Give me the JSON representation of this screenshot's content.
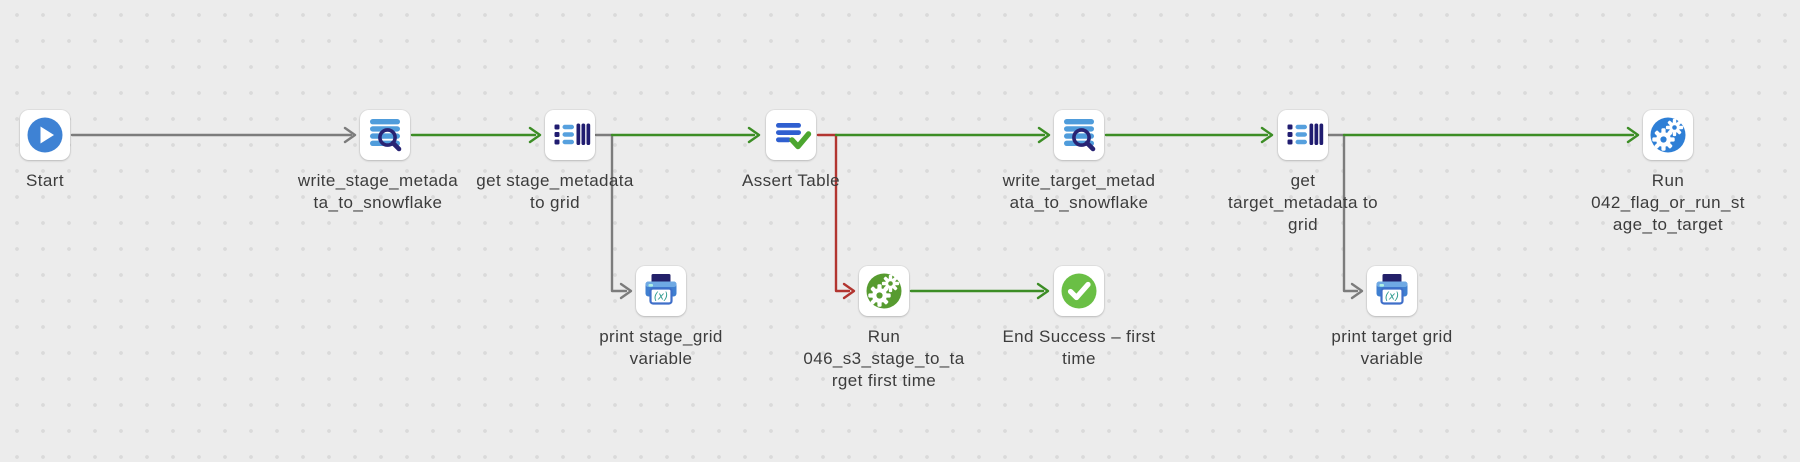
{
  "canvas": {
    "background": "#ECECEC",
    "dot_color": "#DADADA"
  },
  "edge_colors": {
    "gray": "#7C7C7C",
    "green": "#3C8D25",
    "red": "#B23530"
  },
  "icon_colors": {
    "start_blue": "#3E82D4",
    "run_green": "#579B30",
    "run_blue": "#2E7FD6",
    "end_green": "#6ABF45",
    "db_bar_blue": "#4F9CDB",
    "magnifier_navy": "#282373",
    "grid_navy": "#201C70",
    "grid_light_blue": "#56A0DE",
    "assert_blue": "#2F5FD0",
    "assert_check_green": "#4CA62F",
    "printer_lid_navy": "#232069",
    "printer_body_blue": "#3F7FD0",
    "fx_teal": "#2E9B8F"
  },
  "nodes": {
    "start": {
      "label": "Start",
      "icon": "play-icon"
    },
    "write_stage": {
      "label": "write_stage_metada\nta_to_snowflake",
      "icon": "database-search-icon"
    },
    "get_stage": {
      "label": "get stage_metadata\nto grid",
      "icon": "grid-list-icon"
    },
    "assert": {
      "label": "Assert Table",
      "icon": "assert-check-icon"
    },
    "write_target": {
      "label": "write_target_metad\nata_to_snowflake",
      "icon": "database-search-icon"
    },
    "get_target": {
      "label": "get\ntarget_metadata to\ngrid",
      "icon": "grid-list-icon"
    },
    "run_042": {
      "label": "Run\n042_flag_or_run_st\nage_to_target",
      "icon": "gears-icon"
    },
    "print_stage": {
      "label": "print stage_grid\nvariable",
      "icon": "printer-variable-icon"
    },
    "run_046": {
      "label": "Run\n046_s3_stage_to_ta\nrget first time",
      "icon": "gears-icon"
    },
    "end_success": {
      "label": "End Success – first\ntime",
      "icon": "check-circle-icon"
    },
    "print_target": {
      "label": "print target grid\nvariable",
      "icon": "printer-variable-icon"
    }
  },
  "edges": [
    {
      "from": "start",
      "to": "write_stage",
      "color": "gray"
    },
    {
      "from": "write_stage",
      "to": "get_stage",
      "color": "green"
    },
    {
      "from": "get_stage",
      "to": "assert",
      "color": "green"
    },
    {
      "from": "get_stage",
      "to": "print_stage",
      "color": "gray"
    },
    {
      "from": "assert",
      "to": "write_target",
      "color": "green"
    },
    {
      "from": "assert",
      "to": "run_046",
      "color": "red"
    },
    {
      "from": "run_046",
      "to": "end_success",
      "color": "green"
    },
    {
      "from": "write_target",
      "to": "get_target",
      "color": "green"
    },
    {
      "from": "get_target",
      "to": "print_target",
      "color": "gray"
    },
    {
      "from": "get_target",
      "to": "run_042",
      "color": "green"
    }
  ]
}
